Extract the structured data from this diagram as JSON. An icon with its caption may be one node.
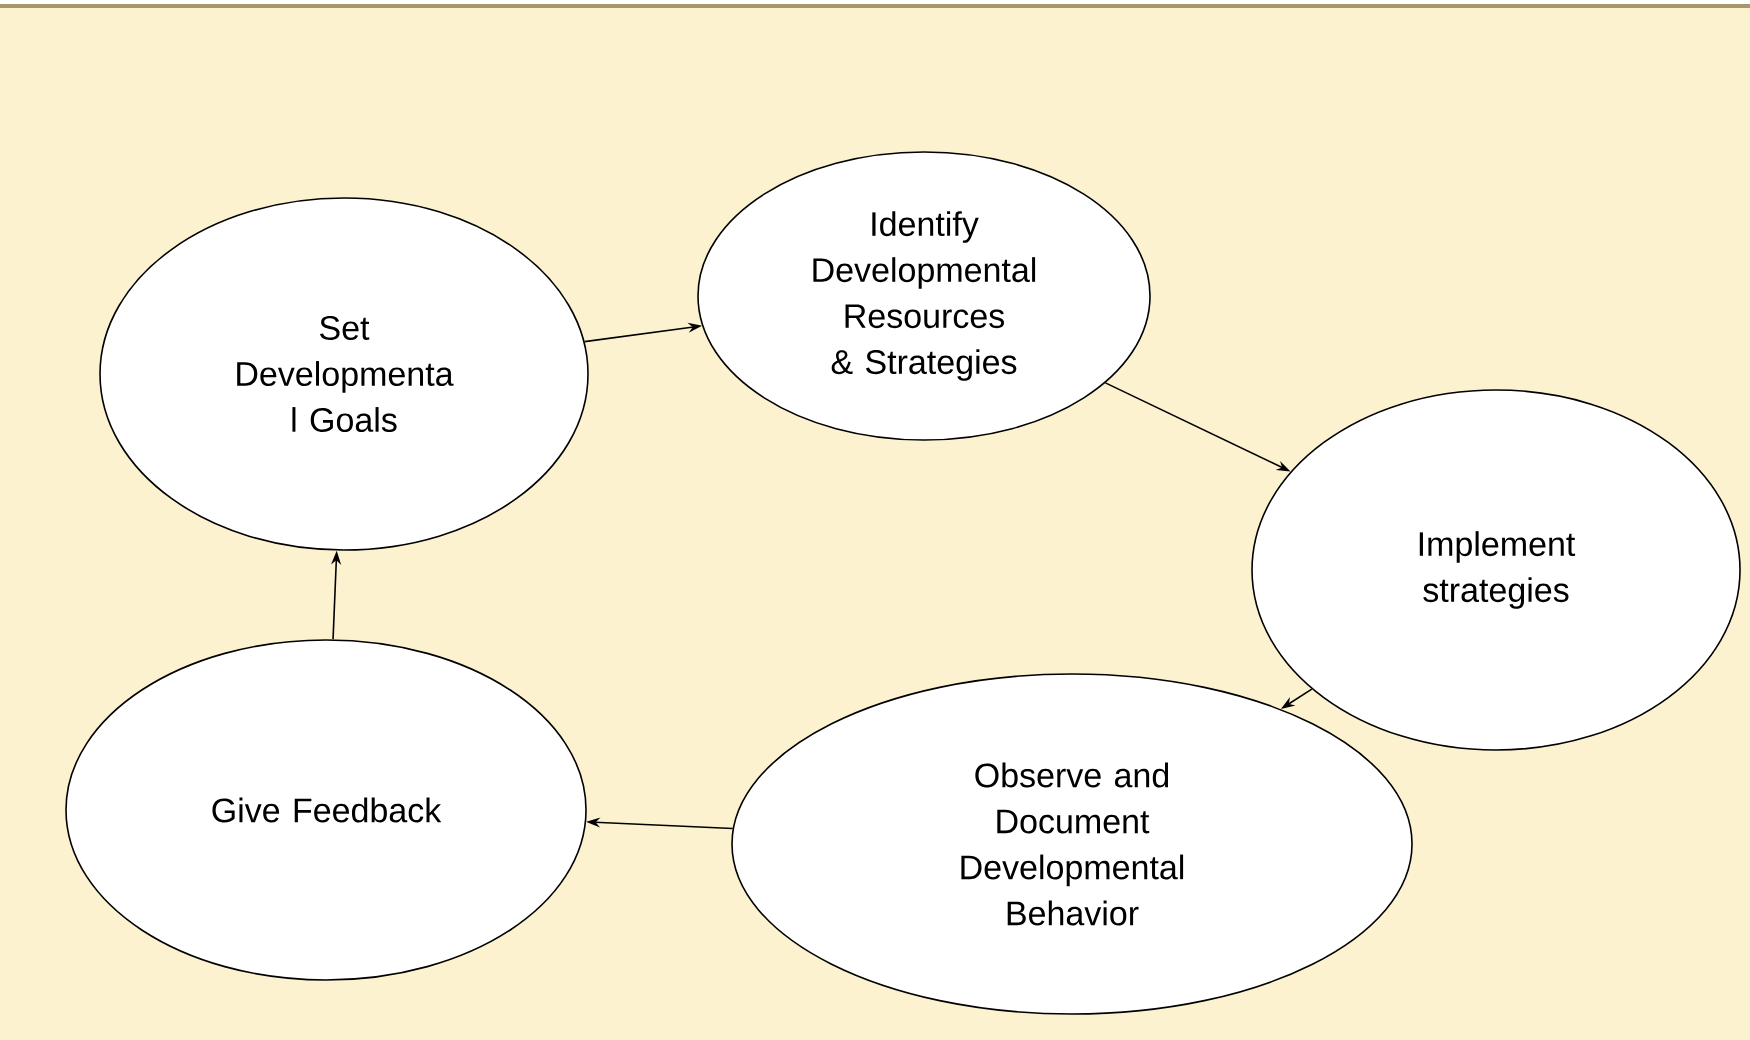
{
  "diagram": {
    "nodes": [
      {
        "text": [
          "Set Developmenta l Goals"
        ]
      },
      {
        "text": [
          "Identify Developmental Resources & Strategies"
        ]
      },
      {
        "text": [
          "Implement strategies"
        ]
      },
      {
        "text": [
          "Observe and Document Developmental Behavior"
        ]
      },
      {
        "text": [
          "Give Feedback"
        ]
      }
    ],
    "edges": [
      {
        "from": 0,
        "to": 1,
        "arrow": "to"
      },
      {
        "from": 1,
        "to": 2,
        "arrow": "to"
      },
      {
        "from": 2,
        "to": 3,
        "arrow": "to"
      },
      {
        "from": 3,
        "to": 4,
        "arrow": "to"
      },
      {
        "from": 4,
        "to": 0,
        "arrow": "to"
      }
    ]
  }
}
